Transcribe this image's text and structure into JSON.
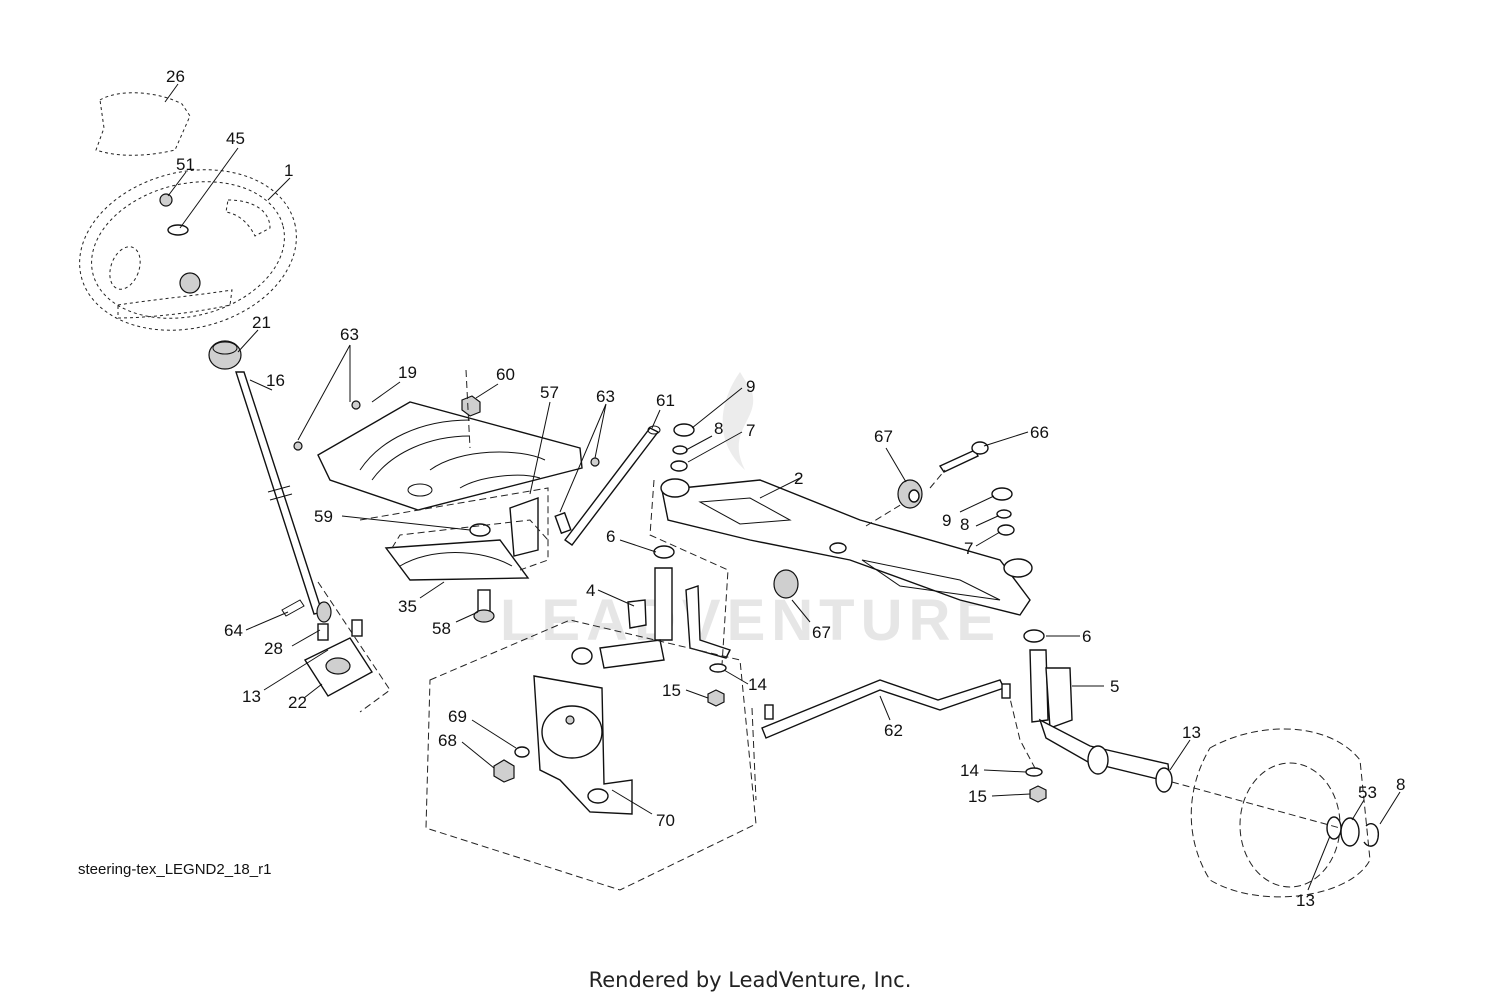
{
  "diagram": {
    "drawing_code": "steering-tex_LEGND2_18_r1",
    "watermark_text": "LEADVENTURE",
    "credit": "Rendered by LeadVenture, Inc.",
    "callouts": [
      {
        "id": "c26",
        "text": "26"
      },
      {
        "id": "c45",
        "text": "45"
      },
      {
        "id": "c51",
        "text": "51"
      },
      {
        "id": "c1",
        "text": "1"
      },
      {
        "id": "c21",
        "text": "21"
      },
      {
        "id": "c16",
        "text": "16"
      },
      {
        "id": "c63a",
        "text": "63"
      },
      {
        "id": "c19",
        "text": "19"
      },
      {
        "id": "c60",
        "text": "60"
      },
      {
        "id": "c57",
        "text": "57"
      },
      {
        "id": "c63b",
        "text": "63"
      },
      {
        "id": "c61",
        "text": "61"
      },
      {
        "id": "c9a",
        "text": "9"
      },
      {
        "id": "c8a",
        "text": "8"
      },
      {
        "id": "c7a",
        "text": "7"
      },
      {
        "id": "c67a",
        "text": "67"
      },
      {
        "id": "c66",
        "text": "66"
      },
      {
        "id": "c2",
        "text": "2"
      },
      {
        "id": "c9b",
        "text": "9"
      },
      {
        "id": "c8b",
        "text": "8"
      },
      {
        "id": "c7b",
        "text": "7"
      },
      {
        "id": "c59",
        "text": "59"
      },
      {
        "id": "c6a",
        "text": "6"
      },
      {
        "id": "c35",
        "text": "35"
      },
      {
        "id": "c4",
        "text": "4"
      },
      {
        "id": "c67b",
        "text": "67"
      },
      {
        "id": "c58",
        "text": "58"
      },
      {
        "id": "c6b",
        "text": "6"
      },
      {
        "id": "c64",
        "text": "64"
      },
      {
        "id": "c28",
        "text": "28"
      },
      {
        "id": "c13a",
        "text": "13"
      },
      {
        "id": "c22",
        "text": "22"
      },
      {
        "id": "c15a",
        "text": "15"
      },
      {
        "id": "c14a",
        "text": "14"
      },
      {
        "id": "c5",
        "text": "5"
      },
      {
        "id": "c69",
        "text": "69"
      },
      {
        "id": "c62",
        "text": "62"
      },
      {
        "id": "c68",
        "text": "68"
      },
      {
        "id": "c13b",
        "text": "13"
      },
      {
        "id": "c14b",
        "text": "14"
      },
      {
        "id": "c15b",
        "text": "15"
      },
      {
        "id": "c70",
        "text": "70"
      },
      {
        "id": "c53",
        "text": "53"
      },
      {
        "id": "c8c",
        "text": "8"
      },
      {
        "id": "c13c",
        "text": "13"
      }
    ]
  }
}
